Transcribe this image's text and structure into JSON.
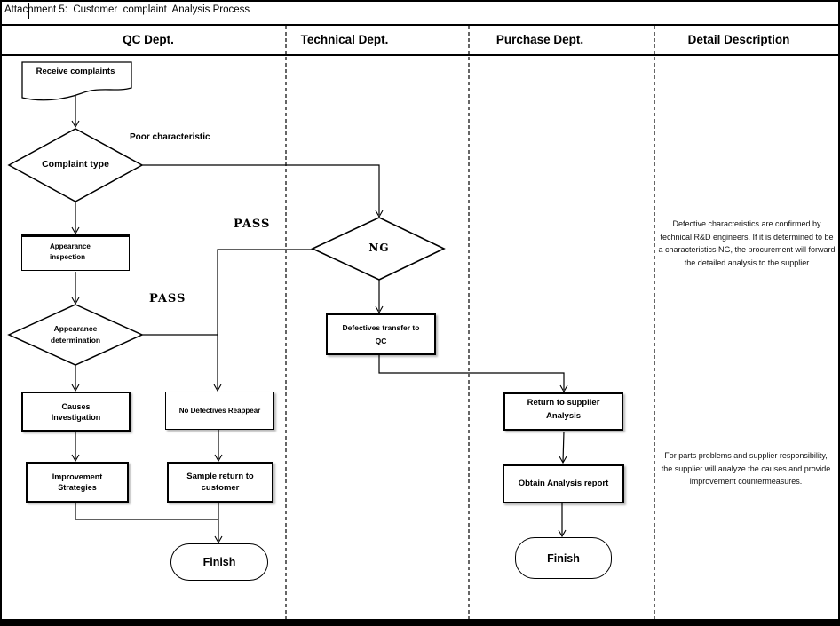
{
  "page": {
    "title": "Attachment 5:  Customer  complaint  Analysis Process"
  },
  "lanes": {
    "qc": "QC Dept.",
    "technical": "Technical Dept.",
    "purchase": "Purchase Dept.",
    "detail": "Detail Description"
  },
  "flow": {
    "receive_complaints": "Receive complaints",
    "complaint_type": "Complaint type",
    "appearance_inspection": "Appearance\ninspection",
    "appearance_determination": "Appearance\ndetermination",
    "causes_investigation": "Causes\nInvestigation",
    "no_defectives_reappear": "No Defectives Reappear",
    "improvement_strategies": "Improvement\nStrategies",
    "sample_return": "Sample return to\ncustomer",
    "finish_qc": "Finish",
    "ng": "NG",
    "defectives_transfer": "Defectives transfer to\nQC",
    "return_to_supplier": "Return to supplier\nAnalysis",
    "obtain_analysis_report": "Obtain Analysis report",
    "finish_purchase": "Finish"
  },
  "edge_labels": {
    "poor_characteristic": "Poor characteristic",
    "pass_ng": "PASS",
    "pass_determination": "PASS"
  },
  "notes": {
    "confirm_characteristics": "Defective characteristics are confirmed by technical R&D engineers. If it is determined to be a characteristics NG, the procurement will forward the detailed analysis to the supplier",
    "supplier_responsibility": "For parts problems and supplier responsibility, the supplier will analyze the causes and provide improvement countermeasures."
  },
  "colors": {
    "ink": "#000000",
    "background": "#ffffff"
  }
}
